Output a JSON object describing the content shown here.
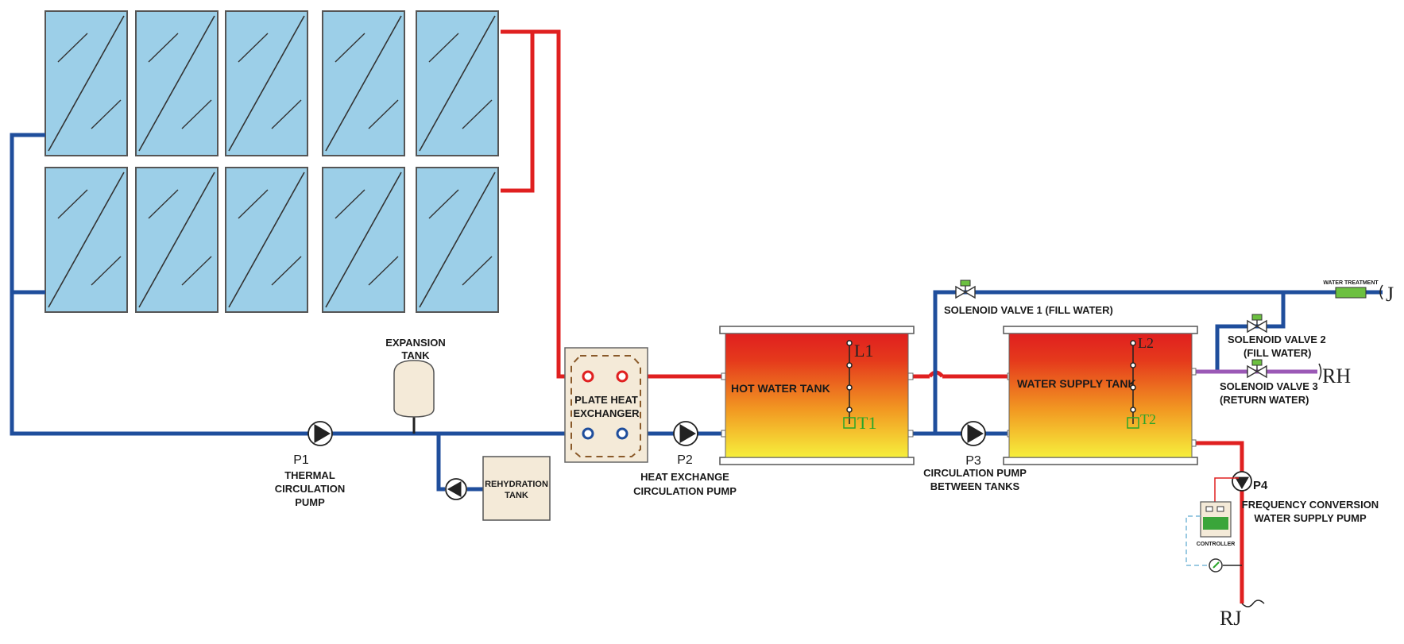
{
  "colors": {
    "cold_pipe": "#1f4e9c",
    "hot_pipe": "#e02020",
    "return_pipe": "#9b59b6",
    "panel_fill": "#9ccfe8",
    "panel_stroke": "#555555",
    "tank_top": "#e01f1f",
    "tank_mid": "#f07a1a",
    "tank_bottom": "#f6ea3a",
    "exchanger_fill": "#f4ead8",
    "sensor_green": "#2aa52a",
    "controller_green": "#3aa53a"
  },
  "collectors": {
    "rows": 2,
    "columns": 5,
    "icon": "solar-panel-icon"
  },
  "expansion_tank": {
    "label_line1": "EXPANSION",
    "label_line2": "TANK"
  },
  "plate_heat_exchanger": {
    "label_line1": "PLATE HEAT",
    "label_line2": "EXCHANGER"
  },
  "rehydration_tank": {
    "label_line1": "REHYDRATION",
    "label_line2": "TANK"
  },
  "hot_water_tank": {
    "label": "HOT WATER TANK",
    "level_sensor": "L1",
    "temp_sensor": "T1"
  },
  "water_supply_tank": {
    "label": "WATER SUPPLY TANK",
    "level_sensor": "L2",
    "temp_sensor": "T2"
  },
  "pumps": {
    "p1": {
      "id": "P1",
      "line1": "THERMAL",
      "line2": "CIRCULATION",
      "line3": "PUMP"
    },
    "p2": {
      "id": "P2",
      "line1": "HEAT EXCHANGE",
      "line2": "CIRCULATION PUMP"
    },
    "p3": {
      "id": "P3",
      "line1": "CIRCULATION PUMP",
      "line2": "BETWEEN TANKS"
    },
    "p4": {
      "id": "P4",
      "line1": "FREQUENCY CONVERSION",
      "line2": "WATER SUPPLY PUMP"
    }
  },
  "valves": {
    "v1": {
      "label": "SOLENOID VALVE 1 (FILL WATER)"
    },
    "v2": {
      "line1": "SOLENOID VALVE 2",
      "line2": "(FILL WATER)"
    },
    "v3": {
      "line1": "SOLENOID VALVE 3",
      "line2": "(RETURN WATER)"
    }
  },
  "water_treatment": {
    "label": "WATER TREATMENT"
  },
  "controller": {
    "label": "CONTROLLER"
  },
  "endpoints": {
    "cold_inlet": "J",
    "return": "RH",
    "supply": "RJ"
  }
}
